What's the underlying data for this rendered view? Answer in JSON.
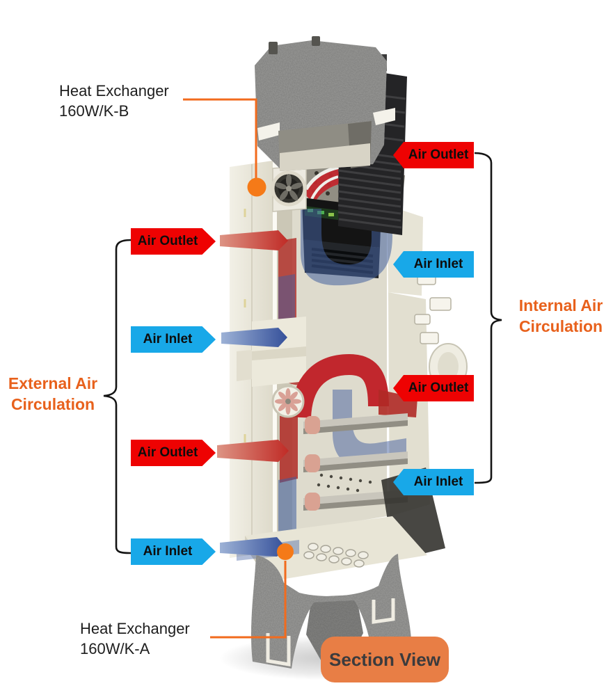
{
  "annotations": {
    "heat_exchanger_top": {
      "line1": "Heat Exchanger",
      "line2": "160W/K-B"
    },
    "heat_exchanger_bottom": {
      "line1": "Heat Exchanger",
      "line2": "160W/K-A"
    },
    "external_air": {
      "line1": "External Air",
      "line2": "Circulation"
    },
    "internal_air": {
      "line1": "Internal Air",
      "line2": "Circulation"
    }
  },
  "flow_labels": {
    "left": [
      {
        "text": "Air Outlet",
        "type": "outlet"
      },
      {
        "text": "Air Inlet",
        "type": "inlet"
      },
      {
        "text": "Air Outlet",
        "type": "outlet"
      },
      {
        "text": "Air Inlet",
        "type": "inlet"
      }
    ],
    "right": [
      {
        "text": "Air Outlet",
        "type": "outlet"
      },
      {
        "text": "Air Inlet",
        "type": "inlet"
      },
      {
        "text": "Air Outlet",
        "type": "outlet"
      },
      {
        "text": "Air Inlet",
        "type": "inlet"
      }
    ]
  },
  "button": {
    "label": "Section View"
  },
  "colors": {
    "outlet_red": "#EE0202",
    "inlet_blue": "#18A8E8",
    "accent_orange": "#E8611C",
    "dot_orange": "#F57A18",
    "line_orange": "#F26B1D",
    "button_orange": "#E87E45",
    "button_text": "#3B3B3D",
    "bracket_black": "#141414",
    "label_text": "#0D0D0D",
    "body_text": "#1E1E1E"
  }
}
